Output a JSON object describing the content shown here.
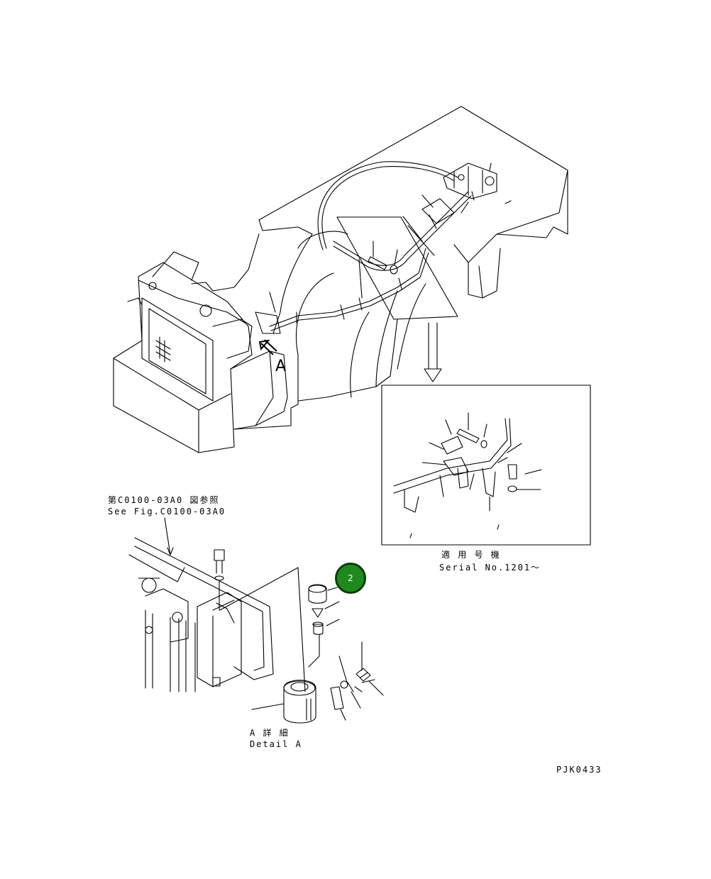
{
  "labels": {
    "view_arrow_letter": "A",
    "see_fig_jp": "第C0100-03A0 図参照",
    "see_fig_en": "See Fig.C0100-03A0",
    "serial_jp": "適 用 号 機",
    "serial_en": "Serial No.1201〜",
    "detail_jp": "A 詳 細",
    "detail_en": "Detail A",
    "drawing_code": "PJK0433"
  },
  "callouts": [
    {
      "number": "2",
      "color": "#1e8a1e"
    }
  ],
  "colors": {
    "line": "#000000",
    "background": "#ffffff",
    "callout_fill": "#1e8a1e"
  }
}
